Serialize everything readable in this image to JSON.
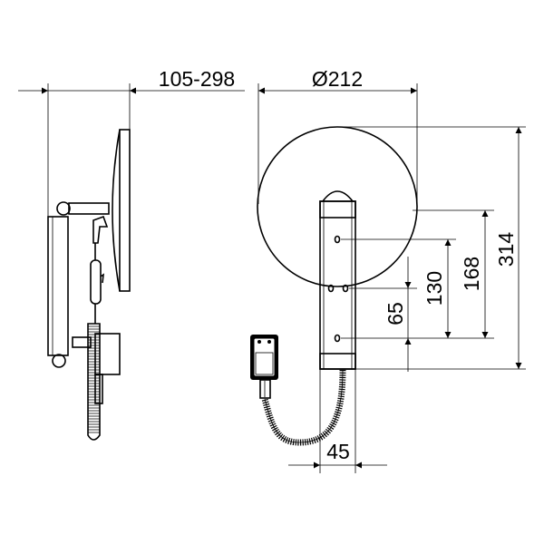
{
  "dimensions": {
    "projection": "105-298",
    "diameter": "Ø212",
    "total_height": "314",
    "hole_to_mirror_top": "168",
    "hole_spacing_top": "130",
    "hole_spacing_mid": "65",
    "bracket_width": "45"
  },
  "views": [
    "side-view",
    "front-view"
  ],
  "colors": {
    "line": "#000000",
    "background": "#ffffff"
  }
}
